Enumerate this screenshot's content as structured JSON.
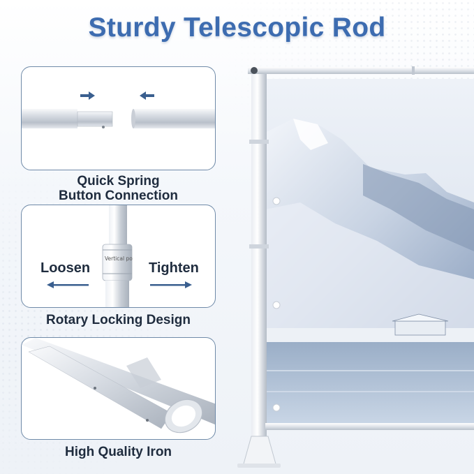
{
  "title": "Sturdy Telescopic Rod",
  "panels": {
    "spring": {
      "caption_line1": "Quick Spring",
      "caption_line2": "Button Connection"
    },
    "rotary": {
      "caption": "Rotary Locking Design",
      "left_label": "Loosen",
      "right_label": "Tighten",
      "pole_text": "Vertical po"
    },
    "iron": {
      "caption": "High Quality Iron"
    }
  },
  "colors": {
    "title": "#3d6cb0",
    "arrow": "#3a5f8f",
    "panel_border": "#6f8aa8",
    "caption": "#1f2c3e"
  },
  "icons": [
    "arrow-right-icon",
    "arrow-left-icon",
    "double-arrow-left-icon",
    "double-arrow-right-icon"
  ]
}
